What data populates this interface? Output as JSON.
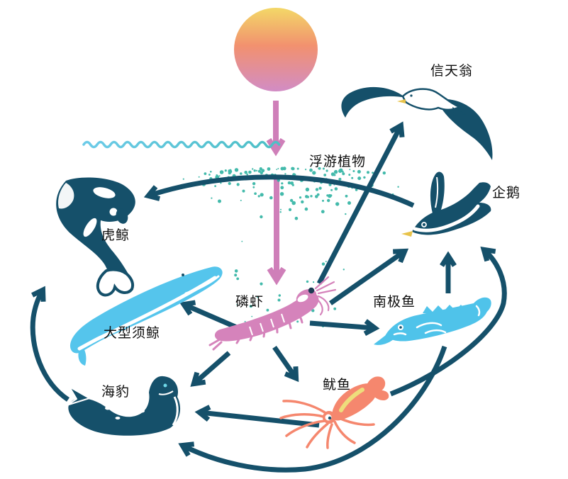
{
  "diagram": {
    "type": "food-web",
    "region": "antarctic-ocean"
  },
  "nodes": {
    "albatross": {
      "label": "信天翁"
    },
    "penguin": {
      "label": "企鹅"
    },
    "orca": {
      "label": "虎鲸"
    },
    "phytoplankton": {
      "label": "浮游植物"
    },
    "krill": {
      "label": "磷虾"
    },
    "antarctic_fish": {
      "label": "南极鱼"
    },
    "baleen_whale": {
      "label": "大型须鲸"
    },
    "seal": {
      "label": "海豹"
    },
    "squid": {
      "label": "鱿鱼"
    }
  },
  "edges": {
    "energy_flow": [
      {
        "from": "sun",
        "to": "ocean_surface"
      },
      {
        "from": "phytoplankton",
        "to": "krill"
      }
    ],
    "feeding": [
      {
        "from": "krill",
        "to": "albatross"
      },
      {
        "from": "krill",
        "to": "penguin"
      },
      {
        "from": "krill",
        "to": "antarctic_fish"
      },
      {
        "from": "krill",
        "to": "baleen_whale"
      },
      {
        "from": "krill",
        "to": "seal"
      },
      {
        "from": "krill",
        "to": "squid"
      },
      {
        "from": "antarctic_fish",
        "to": "penguin"
      },
      {
        "from": "antarctic_fish",
        "to": "seal"
      },
      {
        "from": "squid",
        "to": "penguin"
      },
      {
        "from": "squid",
        "to": "seal"
      },
      {
        "from": "penguin",
        "to": "orca"
      },
      {
        "from": "seal",
        "to": "orca"
      }
    ]
  },
  "colors": {
    "dark_teal": "#15506a",
    "cyan": "#4fc3ea",
    "krill_pink": "#d583bb",
    "energy_arrow_pink": "#cf7fb9",
    "squid_coral": "#f5876e",
    "accent_yellow": "#eedd7c",
    "plankton_teal": "#2fb3a2",
    "sun_top": "#f3d867",
    "sun_mid": "#f2916f",
    "sun_bottom": "#d18cc6",
    "wave_left": "#6ccbe8",
    "wave_right": "#2bb2a0"
  }
}
